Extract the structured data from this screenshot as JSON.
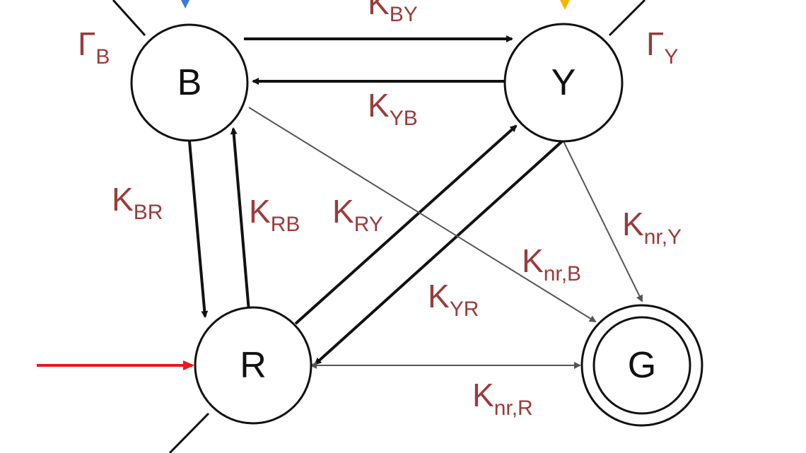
{
  "colors": {
    "text": "#111111",
    "rate_label": "#9b3b3b",
    "excitation_arrow": "#e21b1b",
    "blue_input": "#3a7bd5",
    "yellow_input": "#f2b705"
  },
  "nodes": {
    "B": "B",
    "Y": "Y",
    "R": "R",
    "G": "G"
  },
  "rates": {
    "K_BY": {
      "main": "K",
      "sub": "BY"
    },
    "K_YB": {
      "main": "K",
      "sub": "YB"
    },
    "K_BR": {
      "main": "K",
      "sub": "BR"
    },
    "K_RB": {
      "main": "K",
      "sub": "RB"
    },
    "K_RY": {
      "main": "K",
      "sub": "RY"
    },
    "K_YR": {
      "main": "K",
      "sub": "YR"
    },
    "K_nr_Y": {
      "main": "K",
      "sub": "nr,Y"
    },
    "K_nr_B": {
      "main": "K",
      "sub": "nr,B"
    },
    "K_nr_R": {
      "main": "K",
      "sub": "nr,R"
    },
    "Gamma_B": {
      "main": "Γ",
      "sub": "B"
    },
    "Gamma_Y": {
      "main": "Γ",
      "sub": "Y"
    }
  }
}
